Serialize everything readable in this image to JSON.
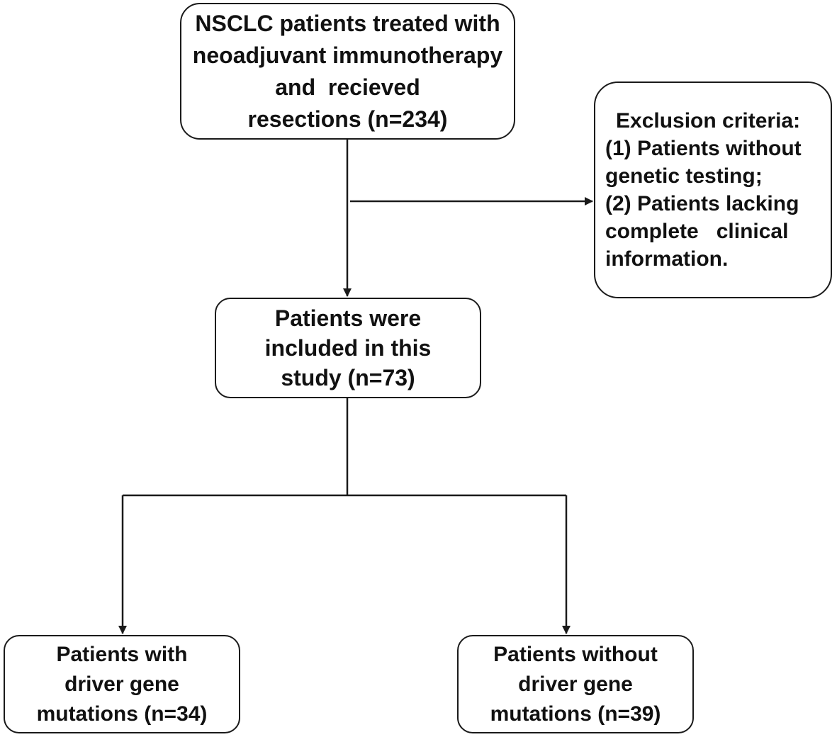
{
  "boxes": {
    "start": {
      "lines": [
        "NSCLC patients treated with",
        "neoadjuvant immunotherapy",
        "and  recieved",
        "resections (n=234)"
      ]
    },
    "exclusion": {
      "lines": [
        "Exclusion criteria:",
        "(1) Patients without",
        "genetic testing;",
        "(2) Patients lacking",
        "complete   clinical",
        "information."
      ]
    },
    "included": {
      "lines": [
        "Patients were",
        "included in this",
        "study (n=73)"
      ]
    },
    "with_mutations": {
      "lines": [
        "Patients with",
        "driver gene",
        "mutations (n=34)"
      ]
    },
    "without_mutations": {
      "lines": [
        "Patients without",
        "driver gene",
        "mutations (n=39)"
      ]
    }
  },
  "style": {
    "line_color": "#1a1a1a",
    "text_color": "#111111",
    "background": "#ffffff"
  }
}
